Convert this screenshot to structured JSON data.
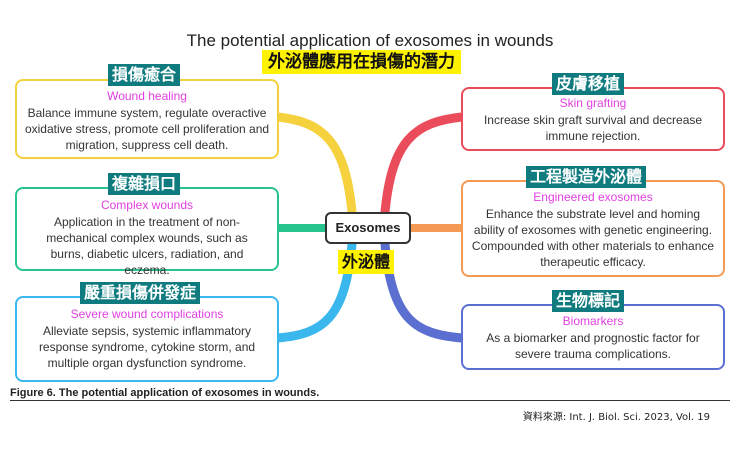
{
  "title_en": "The potential application of exosomes in wounds",
  "title_zh": "外泌體應用在損傷的潛力",
  "center": {
    "label": "Exosomes",
    "label_zh": "外泌體"
  },
  "nodes": [
    {
      "id": "wound-healing",
      "zh": "損傷癒合",
      "sub": "Wound healing",
      "desc": "Balance immune system, regulate overactive oxidative stress, promote cell proliferation and migration, suppress cell death.",
      "color": "#f4d13d"
    },
    {
      "id": "complex-wounds",
      "zh": "複雜損口",
      "sub": "Complex wounds",
      "desc": "Application in the treatment of non-mechanical complex wounds, such as burns, diabetic ulcers, radiation, and eczema.",
      "color": "#27c48e"
    },
    {
      "id": "severe-complications",
      "zh": "嚴重損傷併發症",
      "sub": "Severe wound complications",
      "desc": "Alleviate sepsis, systemic inflammatory response syndrome, cytokine storm, and multiple organ dysfunction syndrome.",
      "color": "#3ab8ee"
    },
    {
      "id": "skin-grafting",
      "zh": "皮膚移植",
      "sub": "Skin grafting",
      "desc": "Increase skin graft survival and decrease immune rejection.",
      "color": "#ea4c5c"
    },
    {
      "id": "engineered-exosomes",
      "zh": "工程製造外泌體",
      "sub": "Engineered exosomes",
      "desc": "Enhance the substrate level and homing ability of exosomes with genetic engineering. Compounded with other materials to enhance therapeutic efficacy.",
      "color": "#f49a54"
    },
    {
      "id": "biomarkers",
      "zh": "生物標記",
      "sub": "Biomarkers",
      "desc": "As a biomarker and prognostic factor for severe trauma complications.",
      "color": "#5a6fd0"
    }
  ],
  "caption": "Figure 6. The potential application of exosomes in wounds.",
  "source": "資料來源: Int. J. Biol. Sci. 2023, Vol. 19"
}
